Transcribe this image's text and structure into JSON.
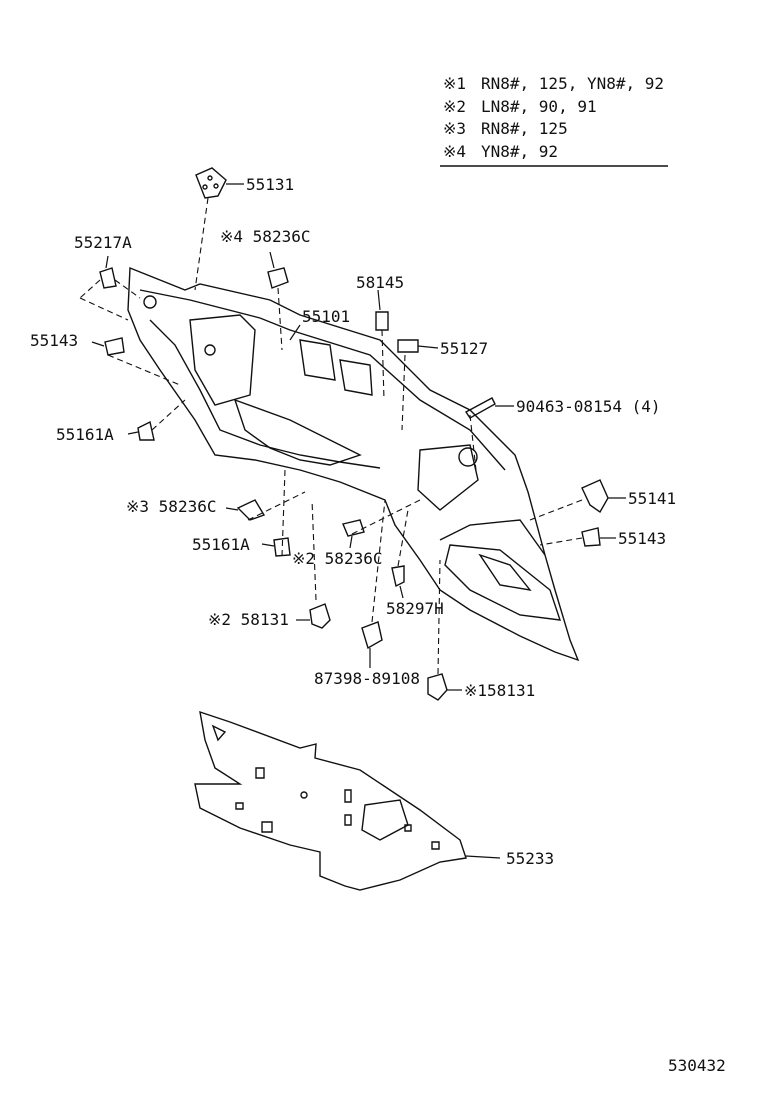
{
  "legend": [
    {
      "mark": "※1",
      "text": "RN8#, 125, YN8#, 92"
    },
    {
      "mark": "※2",
      "text": "LN8#, 90, 91"
    },
    {
      "mark": "※3",
      "text": "RN8#, 125"
    },
    {
      "mark": "※4",
      "text": "YN8#, 92"
    }
  ],
  "parts": {
    "p55131": "55131",
    "p55217a": "55217A",
    "p58236c_4": "※4 58236C",
    "p58145": "58145",
    "p55101": "55101",
    "p55127": "55127",
    "p55143_left": "55143",
    "p90463": "90463-08154 (4)",
    "p55161a_left": "55161A",
    "p55141": "55141",
    "p58236c_3": "※3 58236C",
    "p55143_right": "55143",
    "p55161a_mid": "55161A",
    "p58236c_2": "※2 58236C",
    "p58297h": "58297H",
    "p58131_2": "※2 58131",
    "p87398": "87398-89108",
    "p58131_1": "※158131",
    "p55233": "55233"
  },
  "reference_number": "530432"
}
